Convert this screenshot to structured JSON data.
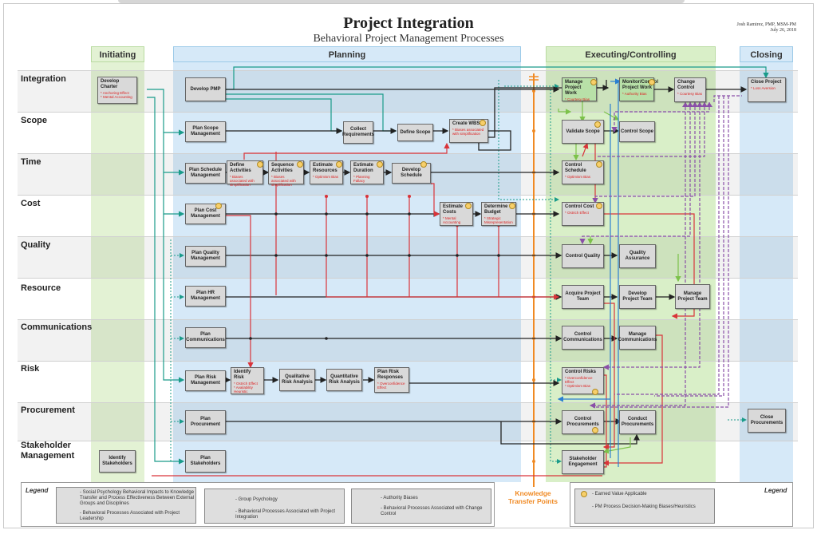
{
  "header": {
    "title": "Project Integration",
    "subtitle": "Behavioral Project Management Processes",
    "author_line1": "Josh Ramirez, PMP, MSM-PM",
    "author_line2": "July 26, 2018"
  },
  "phases": [
    "Initiating",
    "Planning",
    "Executing/Controlling",
    "Closing"
  ],
  "rows": [
    "Integration",
    "Scope",
    "Time",
    "Cost",
    "Quality",
    "Resource",
    "Communications",
    "Risk",
    "Procurement",
    "Stakeholder Management"
  ],
  "boxes": {
    "develop_charter": {
      "label": "Develop Charter",
      "note": "* Anchoring Effect\n* Mental Accounting"
    },
    "develop_pmp": {
      "label": "Develop PMP"
    },
    "manage_project_work": {
      "label": "Manage Project Work",
      "note": "* Courtesy Bias"
    },
    "monitor_control": {
      "label": "Monitor/Control Project Work",
      "note": "* Authority Bias"
    },
    "change_control": {
      "label": "Change Control",
      "note": "* Courtesy Bias"
    },
    "close_project": {
      "label": "Close Project",
      "note": "* Loss Aversion"
    },
    "plan_scope": {
      "label": "Plan Scope Management"
    },
    "collect_requirements": {
      "label": "Collect Requirements"
    },
    "define_scope": {
      "label": "Define Scope"
    },
    "create_wbs": {
      "label": "Create WBS",
      "note": "* Biases associated with simplification"
    },
    "validate_scope": {
      "label": "Validate Scope"
    },
    "control_scope": {
      "label": "Control Scope"
    },
    "plan_schedule": {
      "label": "Plan Schedule Management"
    },
    "define_activities": {
      "label": "Define Activities",
      "note": "* Biases associated with simplification"
    },
    "sequence_activities": {
      "label": "Sequence Activities",
      "note": "* Biases associated with simplification"
    },
    "estimate_resources": {
      "label": "Estimate Resources",
      "note": "* Optimism Bias"
    },
    "estimate_duration": {
      "label": "Estimate Duration",
      "note": "* Planning Fallacy"
    },
    "develop_schedule": {
      "label": "Develop Schedule"
    },
    "control_schedule": {
      "label": "Control Schedule",
      "note": "* Optimism Bias"
    },
    "plan_cost": {
      "label": "Plan Cost Management"
    },
    "estimate_costs": {
      "label": "Estimate Costs",
      "note": "* Mental Accounting"
    },
    "determine_budget": {
      "label": "Determine Budget",
      "note": "* Strategic Misrepresentation"
    },
    "control_cost": {
      "label": "Control Cost",
      "note": "* Ostrich Effect"
    },
    "plan_quality": {
      "label": "Plan Quality Management"
    },
    "control_quality": {
      "label": "Control Quality"
    },
    "quality_assurance": {
      "label": "Quality Assurance"
    },
    "plan_hr": {
      "label": "Plan HR Management"
    },
    "acquire_team": {
      "label": "Acquire Project Team"
    },
    "develop_team": {
      "label": "Develop Project Team"
    },
    "manage_team": {
      "label": "Manage Project Team"
    },
    "plan_comms": {
      "label": "Plan Communications"
    },
    "control_comms": {
      "label": "Control Communications"
    },
    "manage_comms": {
      "label": "Manage Communications"
    },
    "plan_risk": {
      "label": "Plan Risk Management"
    },
    "identify_risk": {
      "label": "Identify Risk",
      "note": "* Ostrich Effect\n* Availability Heuristic"
    },
    "qualitative": {
      "label": "Qualitative Risk Analysis"
    },
    "quantitative": {
      "label": "Quantitative Risk Analysis"
    },
    "plan_risk_responses": {
      "label": "Plan Risk Responses",
      "note": "* Overconfidence Effect"
    },
    "control_risks": {
      "label": "Control Risks",
      "note": "* Overconfidence Effect\n* Optimism Bias"
    },
    "plan_procurement": {
      "label": "Plan Procurement"
    },
    "control_procurements": {
      "label": "Control Procurements"
    },
    "conduct_procurements": {
      "label": "Conduct Procurements"
    },
    "close_procurements": {
      "label": "Close Procurements"
    },
    "identify_stakeholders": {
      "label": "Identify Stakeholders"
    },
    "plan_stakeholders": {
      "label": "Plan Stakeholders"
    },
    "stakeholder_engagement": {
      "label": "Stakeholder Engagement"
    }
  },
  "knowledge_transfer": "Knowledge Transfer Points",
  "legend": {
    "title": "Legend",
    "social": "- Social Psychology Behavioral Impacts to Knowledge Transfer and Process Effectiveness Between External Groups and Disciplines",
    "leadership": "- Behavioral Processes Associated with Project Leadership",
    "group": "- Group Psychology",
    "integration": "- Behavioral Processes Associated with Project Integration",
    "authority": "- Authority Biases",
    "change": "- Behavioral Processes Associated with Change Control",
    "earned_value": "- Earned Value Applicable",
    "pm_process": "- PM Process Decision-Making Biases/Heuristics"
  },
  "colors": {
    "red": "#d9343a",
    "green": "#7cc24a",
    "black": "#222222",
    "teal": "#1a9b8a",
    "blue": "#2b7fd1",
    "purple": "#8a4fa8",
    "orange": "#f08a24",
    "initiating_fill": "#e3f2d4",
    "planning_fill": "#d6e9f8",
    "executing_fill": "#d9efc8",
    "closing_fill": "#d6e9f8"
  }
}
